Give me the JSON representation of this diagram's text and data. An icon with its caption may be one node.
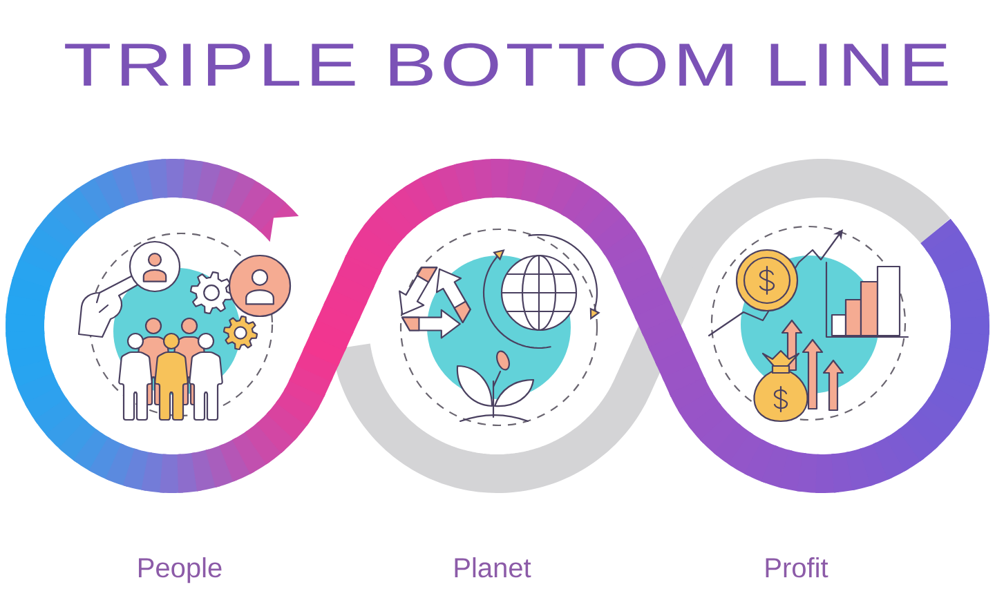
{
  "diagram": {
    "title": "TRIPLE BOTTOM LINE",
    "nodes": [
      {
        "text": [
          "People"
        ]
      },
      {
        "text": [
          "Planet"
        ]
      },
      {
        "text": [
          "Profit"
        ]
      }
    ]
  }
}
